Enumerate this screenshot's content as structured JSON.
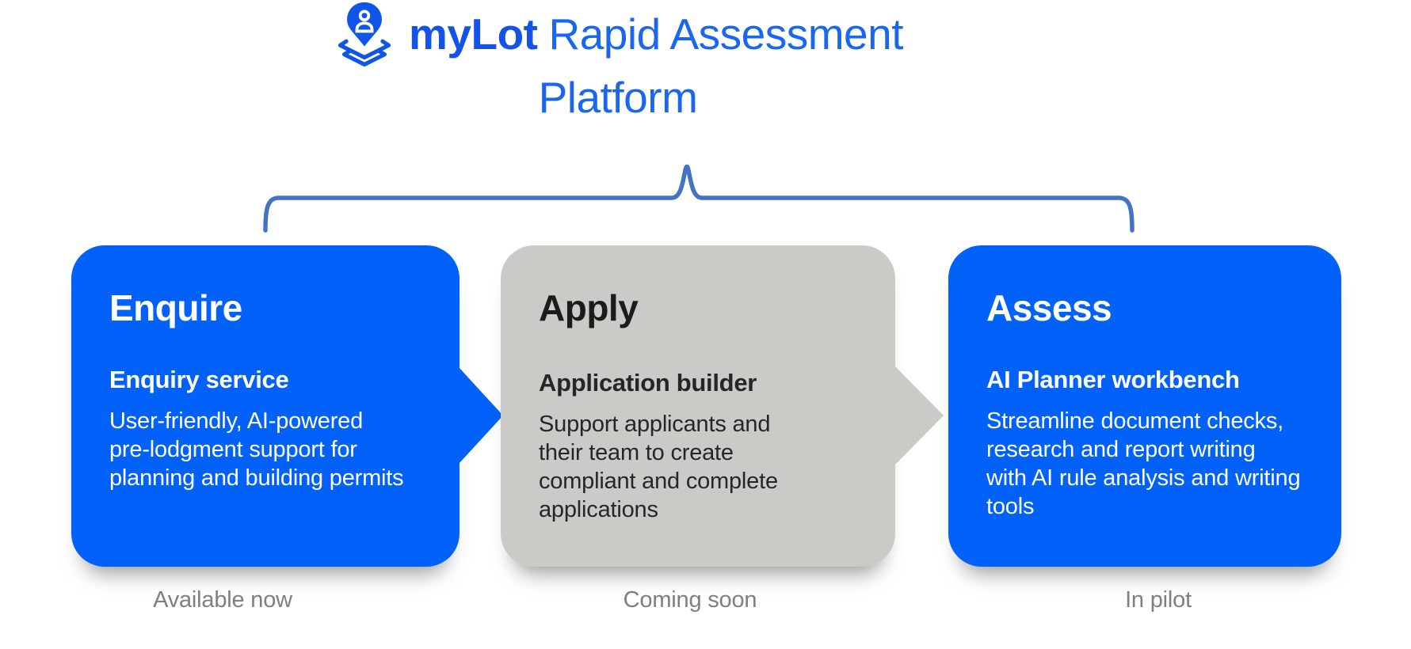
{
  "header": {
    "brand": "myLot",
    "title": "Rapid Assessment Platform",
    "logo_icon": "map-pin-layers-icon"
  },
  "columns": [
    {
      "heading": "Enquire",
      "subheading": "Enquiry service",
      "body": "User-friendly, AI-powered\npre-lodgment support for\nplanning and building permits",
      "status": "Available now",
      "variant": "blue"
    },
    {
      "heading": "Apply",
      "subheading": "Application builder",
      "body": "Support applicants and\ntheir team to create\ncompliant and complete\napplications",
      "status": "Coming soon",
      "variant": "gray"
    },
    {
      "heading": "Assess",
      "subheading": "AI Planner workbench",
      "body": "Streamline document checks,\nresearch and report writing\nwith AI rule analysis and writing\ntools",
      "status": "In pilot",
      "variant": "blue"
    }
  ],
  "colors": {
    "card_blue": "#0161F8",
    "card_gray": "#CBCAC7",
    "brand_blue": "#1452E8",
    "title_blue": "#1B66F0",
    "brace_blue": "#4472C4",
    "status_gray": "#7F7F7F",
    "card_text_on_blue": "#FFFFFF",
    "card_text_on_gray": "#262626"
  }
}
